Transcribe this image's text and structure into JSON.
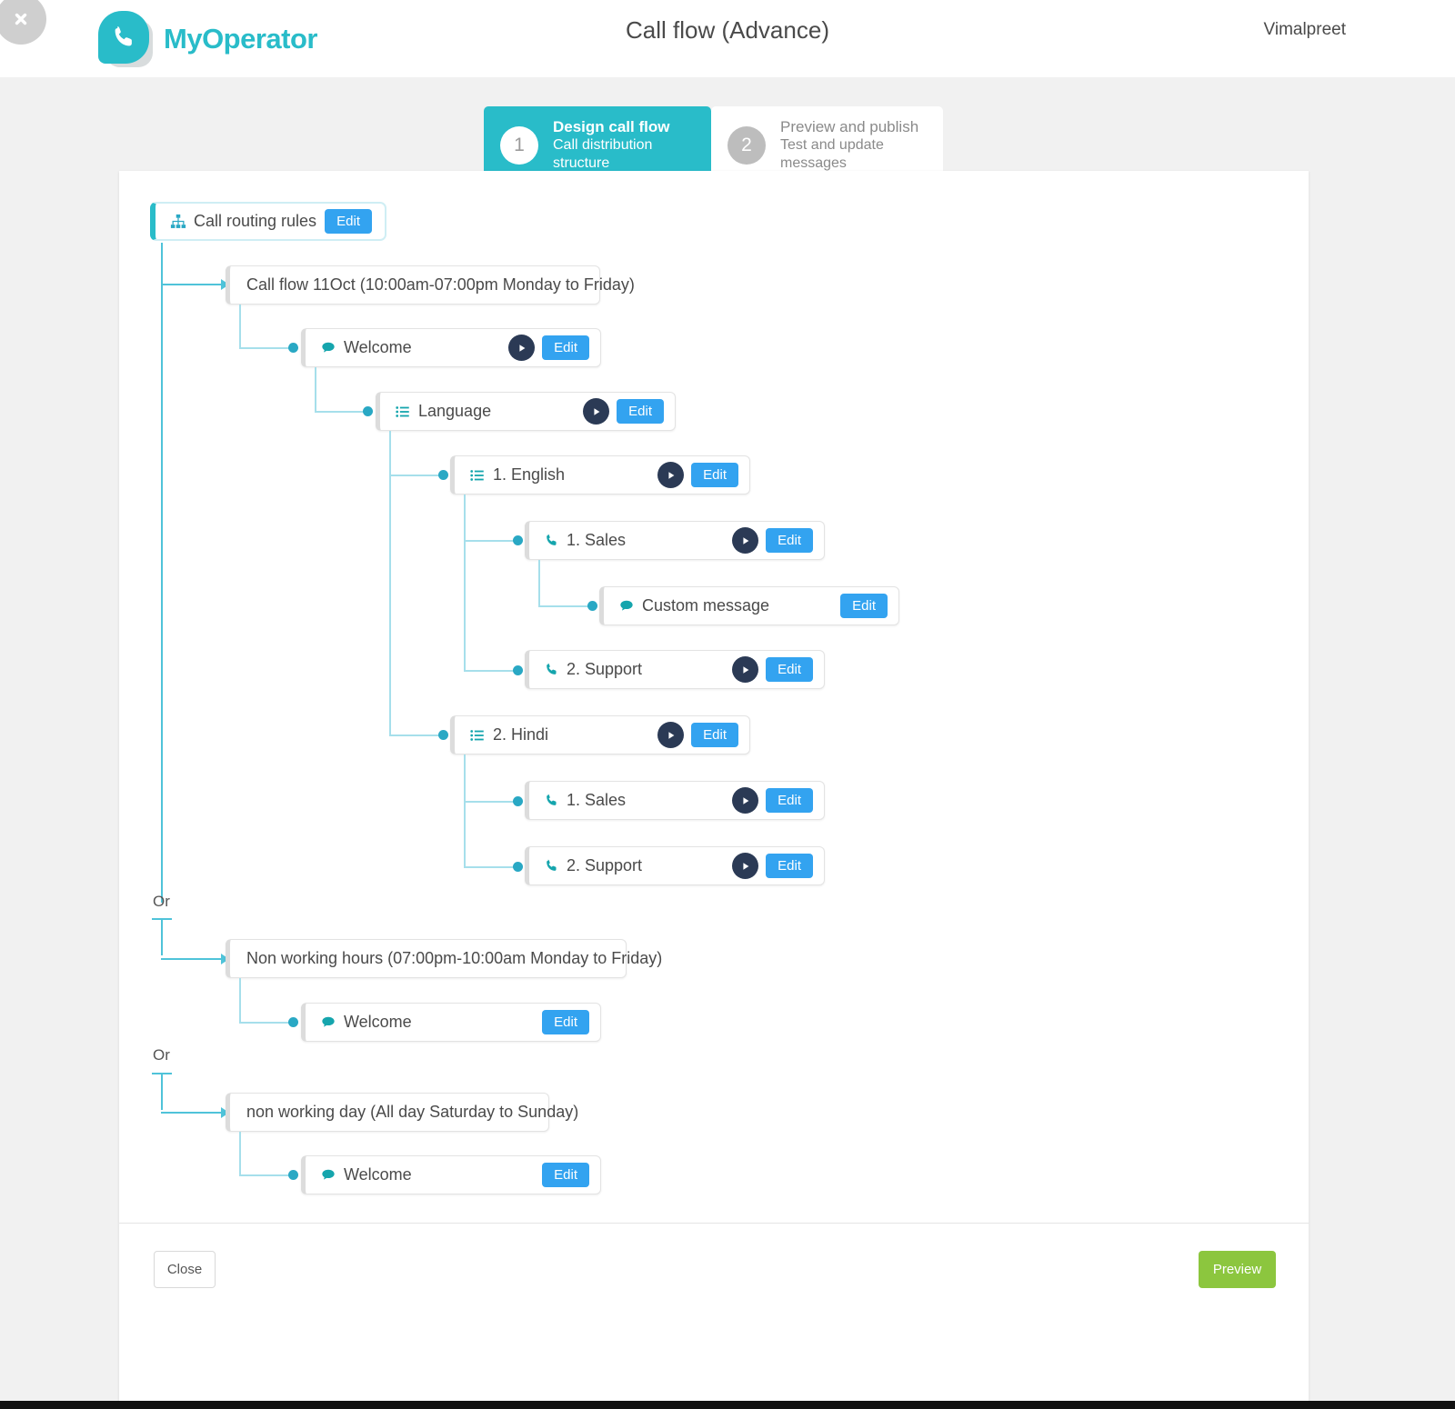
{
  "header": {
    "close_icon": "close-icon",
    "brand_name": "MyOperator",
    "brand_icon": "phone-handset-icon",
    "title": "Call flow (Advance)",
    "user": "Vimalpreet"
  },
  "steps": [
    {
      "num": "1",
      "title": "Design call flow",
      "sub": "Call distribution structure",
      "active": true
    },
    {
      "num": "2",
      "title": "Preview and publish",
      "sub": "Test and update messages",
      "active": false
    }
  ],
  "tree": {
    "root": {
      "label": "Call routing rules",
      "icon": "sitemap-icon",
      "edit": "Edit"
    },
    "branches": [
      {
        "title": "Call flow 11Oct (10:00am-07:00pm Monday to Friday)",
        "children": [
          {
            "label": "Welcome",
            "icon": "speech-bubble-icon",
            "play": true,
            "edit": "Edit"
          },
          {
            "label": "Language",
            "icon": "list-icon",
            "play": true,
            "edit": "Edit"
          },
          {
            "label": "1. English",
            "icon": "list-icon",
            "play": true,
            "edit": "Edit"
          },
          {
            "label": "1. Sales",
            "icon": "phone-icon",
            "play": true,
            "edit": "Edit"
          },
          {
            "label": "Custom message",
            "icon": "speech-bubble-icon",
            "play": false,
            "edit": "Edit"
          },
          {
            "label": "2. Support",
            "icon": "phone-icon",
            "play": true,
            "edit": "Edit"
          },
          {
            "label": "2. Hindi",
            "icon": "list-icon",
            "play": true,
            "edit": "Edit"
          },
          {
            "label": "1. Sales",
            "icon": "phone-icon",
            "play": true,
            "edit": "Edit"
          },
          {
            "label": "2. Support",
            "icon": "phone-icon",
            "play": true,
            "edit": "Edit"
          }
        ]
      },
      {
        "separator": "Or",
        "title": "Non working hours (07:00pm-10:00am Monday to Friday)",
        "children": [
          {
            "label": "Welcome",
            "icon": "speech-bubble-icon",
            "play": false,
            "edit": "Edit"
          }
        ]
      },
      {
        "separator": "Or",
        "title": "non working day (All day Saturday to Sunday)",
        "children": [
          {
            "label": "Welcome",
            "icon": "speech-bubble-icon",
            "play": false,
            "edit": "Edit"
          }
        ]
      }
    ],
    "or_labels": [
      "Or",
      "Or"
    ]
  },
  "footer": {
    "close_label": "Close",
    "preview_label": "Preview"
  },
  "colors": {
    "brand_teal": "#29bcc9",
    "edit_blue": "#33a3f0",
    "preview_green": "#8cc63e",
    "connector": "#4fc3d9",
    "play_dark": "#2b3a55"
  }
}
